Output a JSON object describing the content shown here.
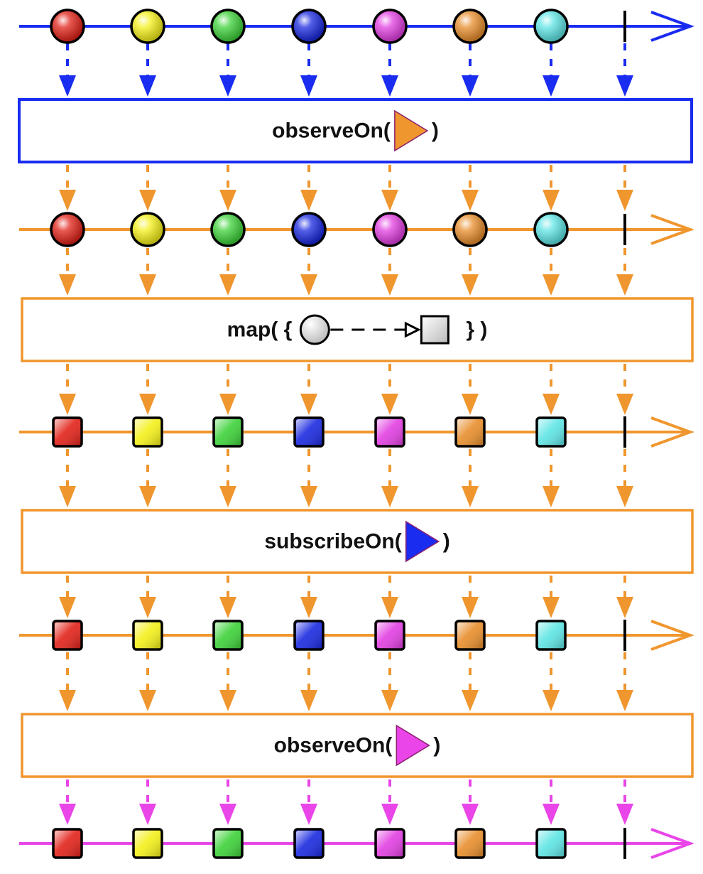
{
  "colors": {
    "blue_stream": "#1a2cf0",
    "orange_stream": "#f0962e",
    "magenta_stream": "#e945e8",
    "outline": "#000000",
    "box_fill": "#ffffff"
  },
  "items": [
    {
      "name": "red",
      "color": "#e2231a"
    },
    {
      "name": "yellow",
      "color": "#f4f01a"
    },
    {
      "name": "green",
      "color": "#3ed23a"
    },
    {
      "name": "blue",
      "color": "#1b2ae0"
    },
    {
      "name": "magenta",
      "color": "#e23fe2"
    },
    {
      "name": "orange",
      "color": "#e88e2c"
    },
    {
      "name": "cyan",
      "color": "#5fe5e5"
    }
  ],
  "operators": [
    {
      "id": "observeOn-1",
      "label": "observeOn(",
      "close": ")",
      "scheduler_color": "#f0962e",
      "border": "#1a2cf0"
    },
    {
      "id": "map",
      "label": "map( {",
      "close": "} )",
      "border": "#f0962e"
    },
    {
      "id": "subscribeOn",
      "label": "subscribeOn(",
      "close": ")",
      "scheduler_color": "#1a2cf0",
      "border": "#f0962e"
    },
    {
      "id": "observeOn-2",
      "label": "observeOn(",
      "close": ")",
      "scheduler_color": "#e945e8",
      "border": "#f0962e"
    }
  ],
  "timelines": [
    {
      "id": "source",
      "shape": "circle",
      "color": "#1a2cf0"
    },
    {
      "id": "after-observeOn",
      "shape": "circle",
      "color": "#f0962e"
    },
    {
      "id": "after-map",
      "shape": "square",
      "color": "#f0962e"
    },
    {
      "id": "after-subscribeOn",
      "shape": "square",
      "color": "#f0962e"
    },
    {
      "id": "after-observeOn-2",
      "shape": "square",
      "color": "#e945e8"
    }
  ]
}
